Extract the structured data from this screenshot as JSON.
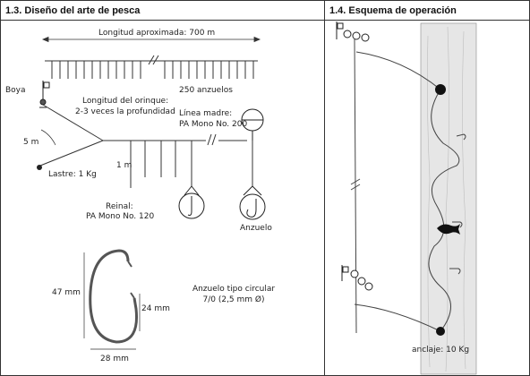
{
  "left_panel": {
    "title": "1.3. Diseño del arte de pesca",
    "labels": {
      "longitud_aprox": "Longitud aproximada: 700 m",
      "anzuelos_count": "250 anzuelos",
      "boya": "Boya",
      "orinque_line1": "Longitud del orinque:",
      "orinque_line2": "2-3 veces la profundidad",
      "linea_madre_line1": "Línea madre:",
      "linea_madre_line2": "PA Mono No. 200",
      "dist_5m": "5 m",
      "dist_1m": "1 m",
      "lastre": "Lastre: 1 Kg",
      "reinal_line1": "Reinal:",
      "reinal_line2": "PA Mono No. 120",
      "anzuelo": "Anzuelo",
      "hook_47": "47 mm",
      "hook_24": "24 mm",
      "hook_28": "28 mm",
      "anzuelo_tipo_line1": "Anzuelo tipo circular",
      "anzuelo_tipo_line2": "7/0 (2,5 mm Ø)"
    }
  },
  "right_panel": {
    "title": "1.4. Esquema de operación",
    "labels": {
      "anclaje": "anclaje: 10 Kg"
    }
  }
}
